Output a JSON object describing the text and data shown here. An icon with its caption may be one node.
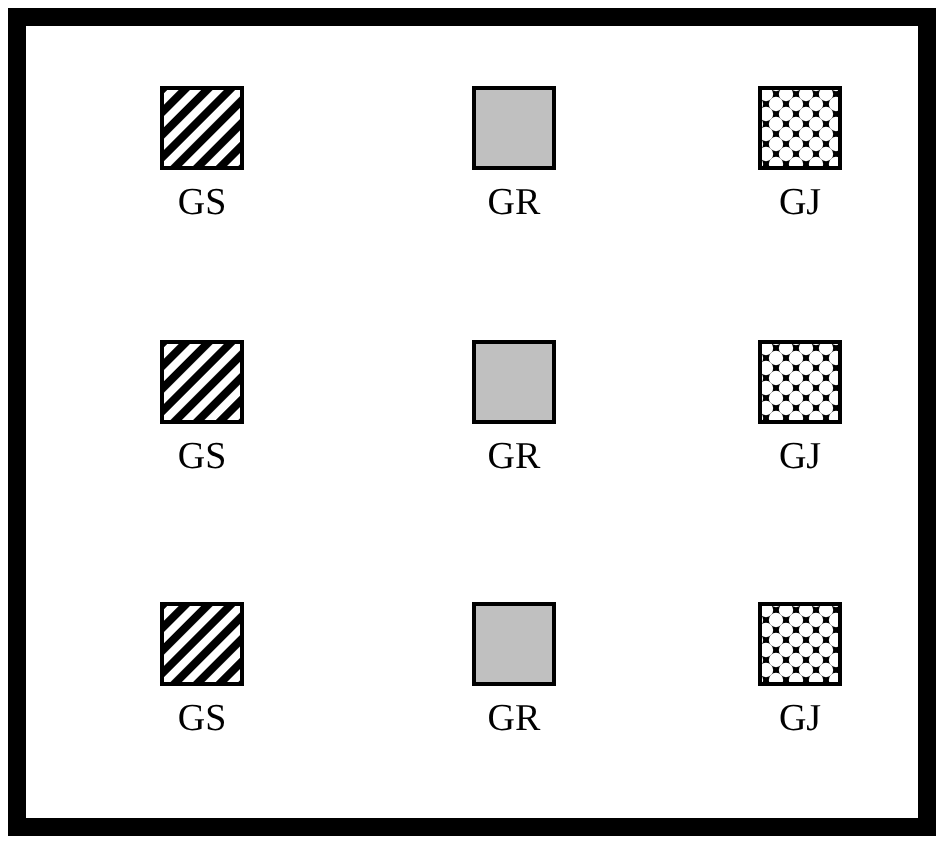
{
  "diagram": {
    "nodes": [
      {
        "text": [
          "GS"
        ]
      },
      {
        "text": [
          "GR"
        ]
      },
      {
        "text": [
          "GJ"
        ]
      },
      {
        "text": [
          "GS"
        ]
      },
      {
        "text": [
          "GR"
        ]
      },
      {
        "text": [
          "GJ"
        ]
      },
      {
        "text": [
          "GS"
        ]
      },
      {
        "text": [
          "GR"
        ]
      },
      {
        "text": [
          "GJ"
        ]
      }
    ]
  }
}
